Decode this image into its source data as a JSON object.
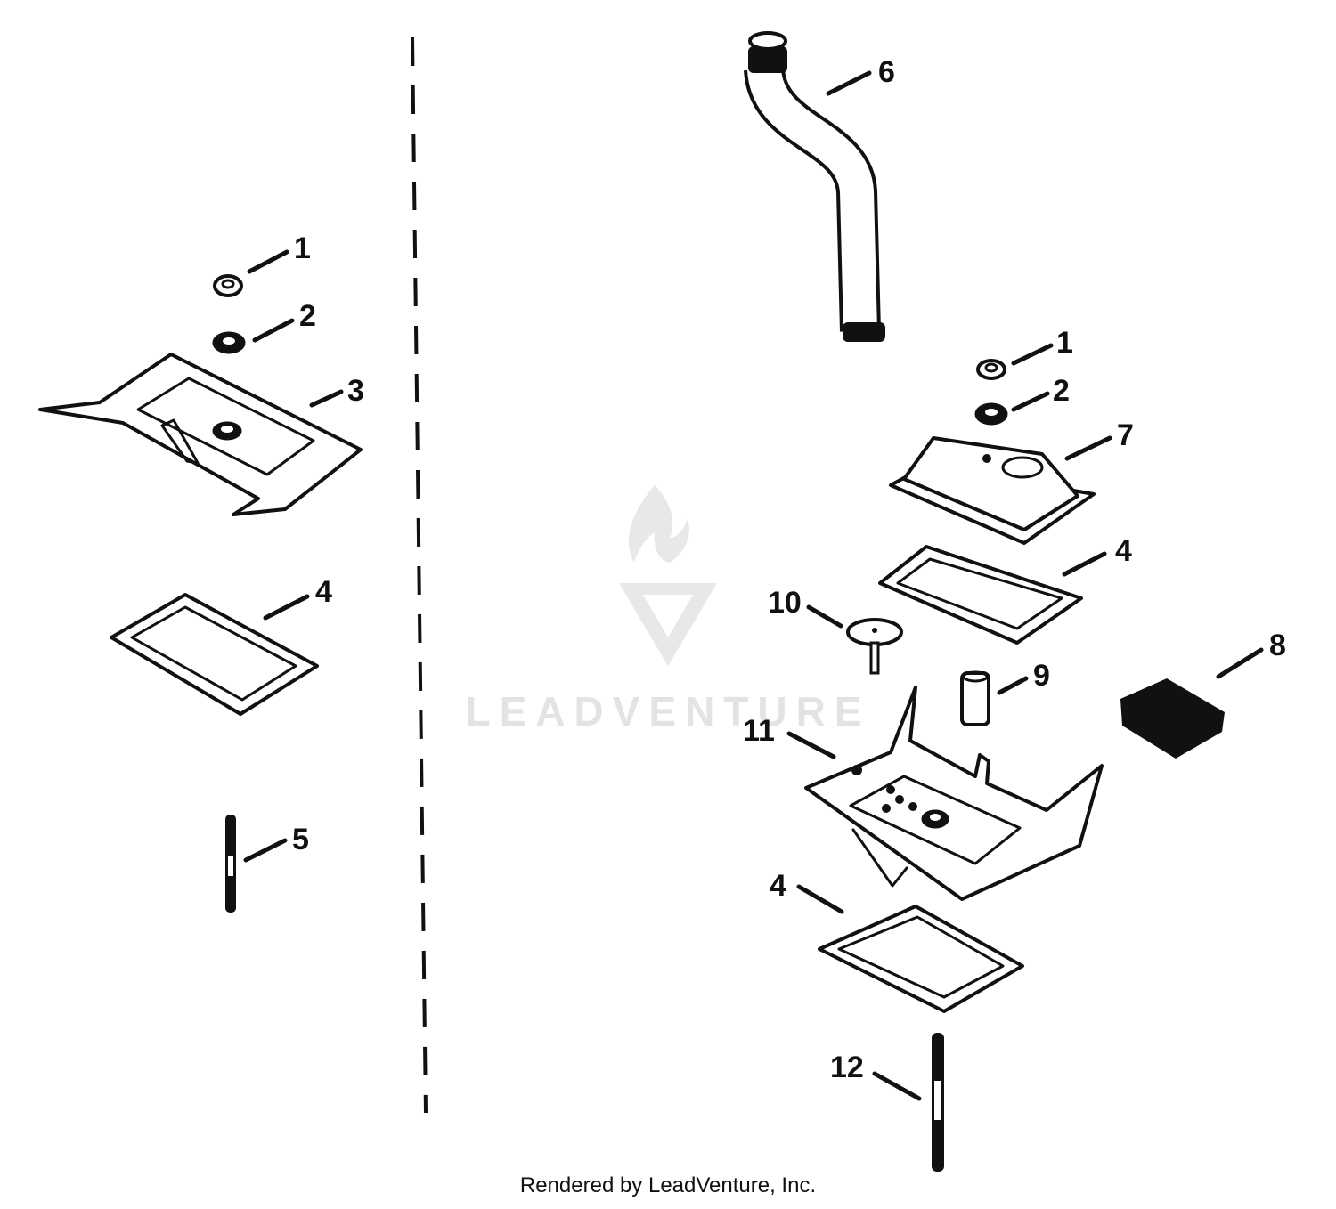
{
  "callouts": {
    "left_1": "1",
    "left_2": "2",
    "left_3": "3",
    "left_4": "4",
    "left_5": "5",
    "right_6": "6",
    "right_1": "1",
    "right_2": "2",
    "right_7": "7",
    "right_4_top": "4",
    "right_8": "8",
    "right_10": "10",
    "right_9": "9",
    "right_11": "11",
    "right_4_bottom": "4",
    "right_12": "12"
  },
  "watermark": "LEADVENTURE",
  "credit": "Rendered by LeadVenture, Inc.",
  "colors": {
    "line": "#111111",
    "background": "#ffffff",
    "watermark": "#e3e3e3"
  }
}
